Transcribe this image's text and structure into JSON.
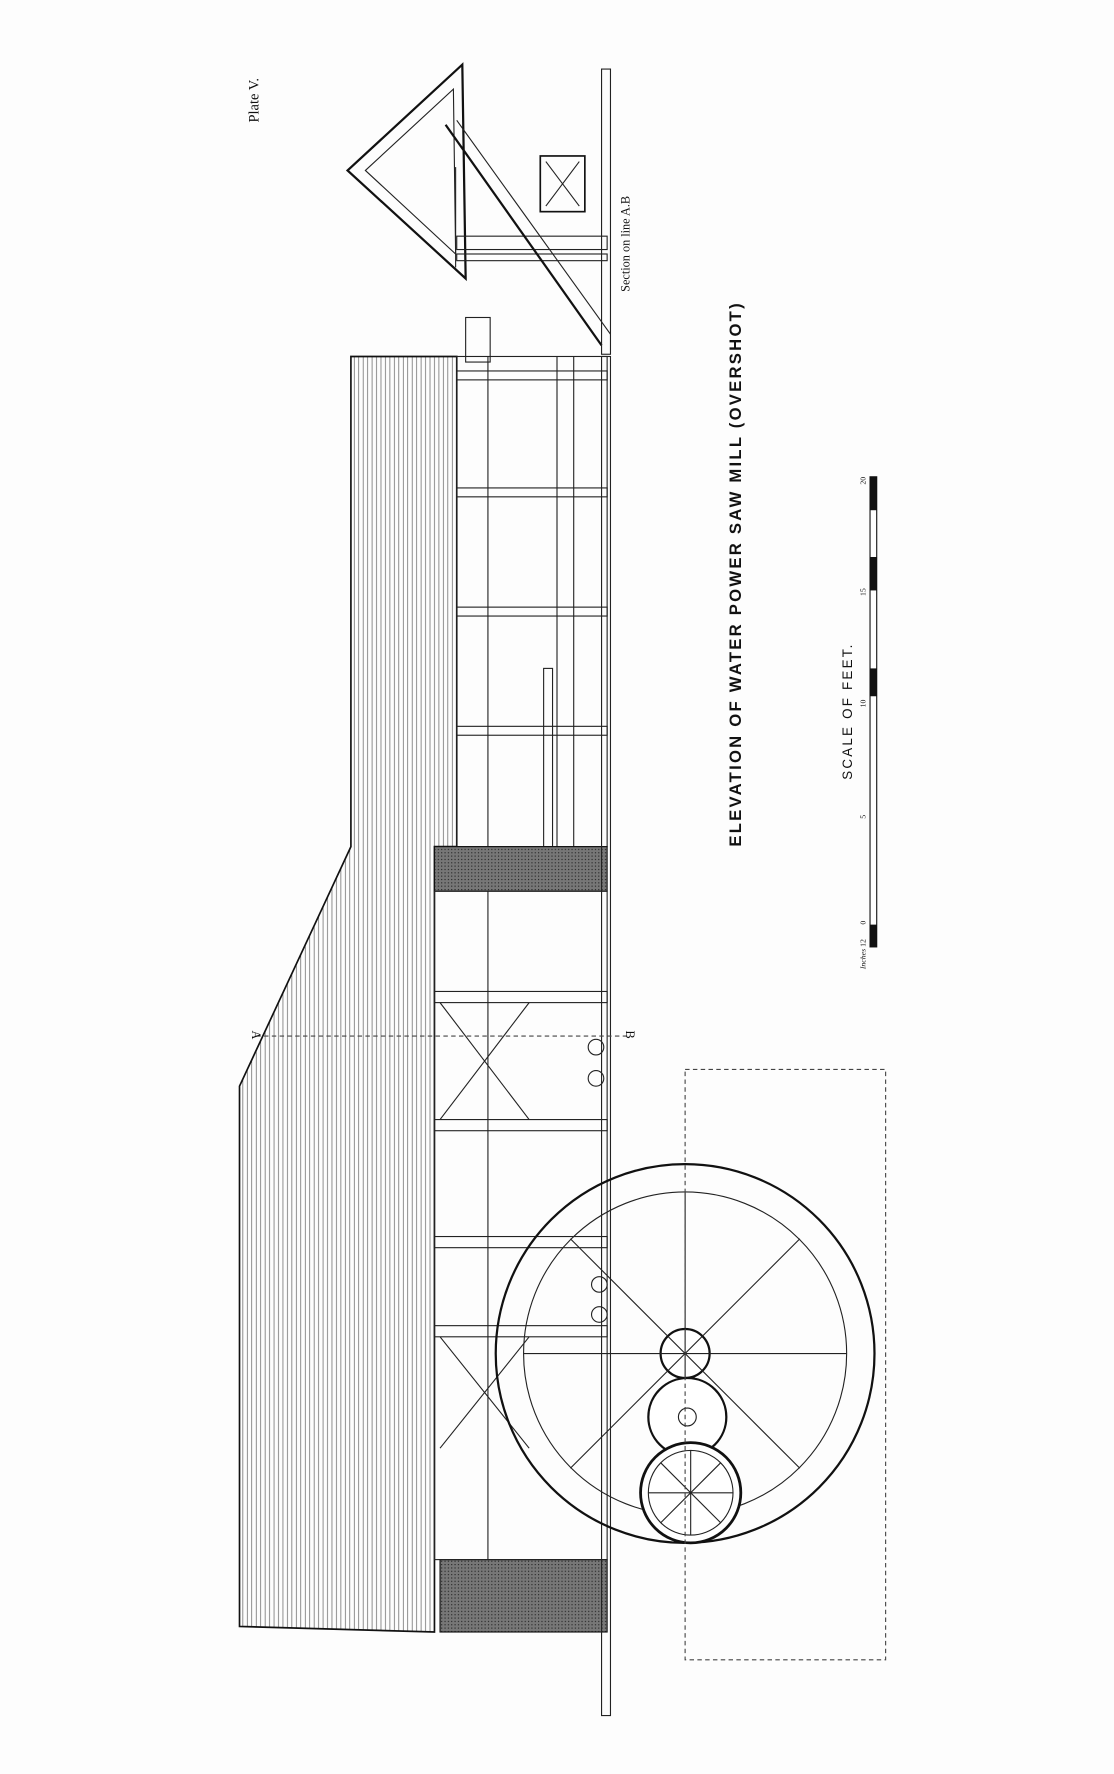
{
  "plate_label": "Plate V.",
  "section_label": "Section on line A.B",
  "title": "ELEVATION OF WATER POWER SAW MILL (OVERSHOT)",
  "scale": {
    "label": "SCALE OF FEET.",
    "unit_label": "Inches",
    "ticks": [
      "12",
      "0",
      "5",
      "10",
      "15",
      "20"
    ]
  },
  "section_line": {
    "start": "A",
    "end": "B"
  }
}
